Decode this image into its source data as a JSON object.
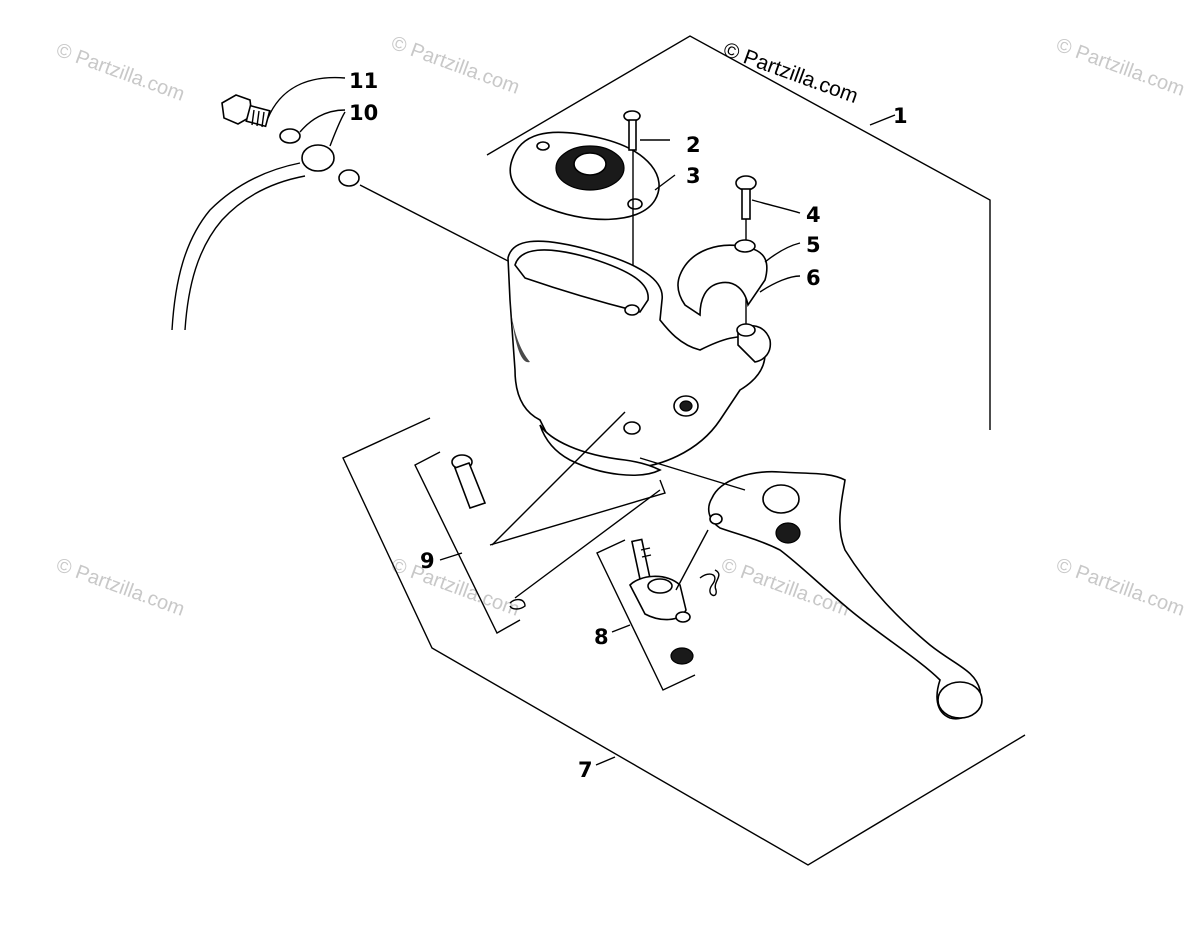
{
  "copyright": "© Partzilla.com",
  "watermark_text": "© Partzilla.com",
  "callouts": [
    {
      "id": "1",
      "label": "1"
    },
    {
      "id": "2",
      "label": "2"
    },
    {
      "id": "3",
      "label": "3"
    },
    {
      "id": "4",
      "label": "4"
    },
    {
      "id": "5",
      "label": "5"
    },
    {
      "id": "6",
      "label": "6"
    },
    {
      "id": "7",
      "label": "7"
    },
    {
      "id": "8",
      "label": "8"
    },
    {
      "id": "9",
      "label": "9"
    },
    {
      "id": "10",
      "label": "10"
    },
    {
      "id": "11",
      "label": "11"
    }
  ]
}
